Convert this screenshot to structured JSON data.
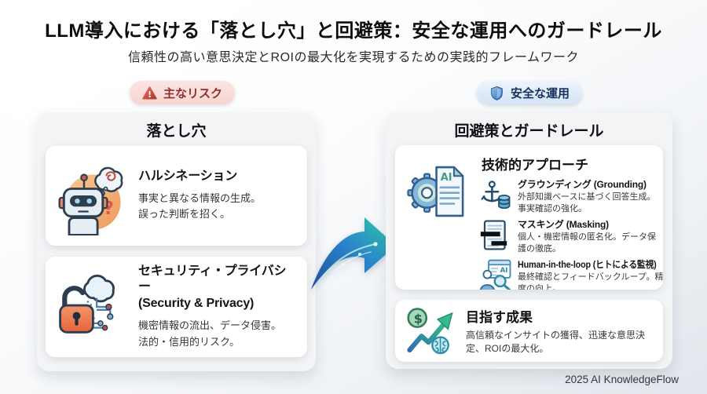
{
  "header": {
    "title": "LLM導入における「落とし穴」と回避策：安全な運用へのガードレール",
    "subtitle": "信頼性の高い意思決定とROIの最大化を実現するための実践的フレームワーク"
  },
  "badges": {
    "risk": {
      "label": "主なリスク",
      "icon": "warning-triangle-icon"
    },
    "safe": {
      "label": "安全な運用",
      "icon": "shield-icon"
    }
  },
  "pitfalls": {
    "title": "落とし穴",
    "cards": [
      {
        "icon": "robot-hallucination-icon",
        "title": "ハルシネーション",
        "body": "事実と異なる情報の生成。\n誤った判断を招く。"
      },
      {
        "icon": "security-lock-icon",
        "title": "セキュリティ・プライバシー\n(Security & Privacy)",
        "body": "機密情報の流出、データ侵害。\n法的・信用的リスク。"
      }
    ]
  },
  "countermeasures": {
    "title": "回避策とガードレール",
    "tech": {
      "icon": "gear-ai-document-icon",
      "title": "技術的アプローチ",
      "items": [
        {
          "icon": "anchor-database-icon",
          "title": "グラウンディング (Grounding)",
          "body": "外部知識ベースに基づく回答生成。事実確認の強化。"
        },
        {
          "icon": "masked-document-icon",
          "title": "マスキング (Masking)",
          "body": "個人・機密情報の匿名化。データ保護の徹底。"
        },
        {
          "icon": "human-review-icon",
          "title": "Human-in-the-loop (ヒトによる監視)",
          "body": "最終確認とフィードバックループ。精度の向上。"
        }
      ]
    },
    "outcome": {
      "icon": "growth-outcome-icon",
      "title": "目指す成果",
      "body": "高信頼なインサイトの獲得、迅速な意思決定、ROIの最大化。"
    }
  },
  "flow": {
    "icon": "transform-arrow-icon"
  },
  "footer": {
    "credit": "2025 AI KnowledgeFlow"
  },
  "colors": {
    "risk_badge_bg": "#f9dcda",
    "risk_badge_text": "#8e2f2c",
    "safe_badge_bg": "#dce8f8",
    "safe_badge_text": "#17335c",
    "arrow_gradient_start": "#1d4f9e",
    "arrow_gradient_end": "#31cf9e",
    "panel_bg": "#f2f4f6",
    "card_bg": "#ffffff"
  }
}
